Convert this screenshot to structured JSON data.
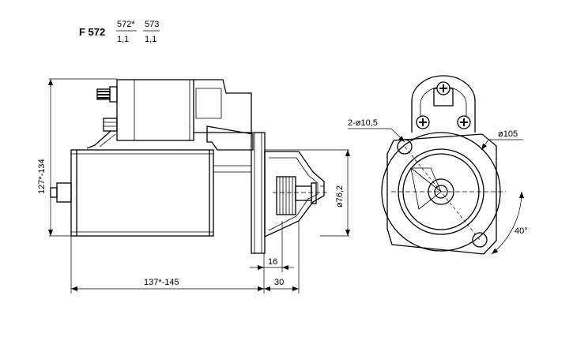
{
  "header": {
    "model": "F 572",
    "variant_a": "572*",
    "variant_a_ratio": "1,1",
    "variant_b": "573",
    "variant_b_ratio": "1,1"
  },
  "dimensions": {
    "height": "127*-134",
    "length": "137*-145",
    "pinion_offset": "16",
    "pinion_length": "30",
    "flange_diameter": "ø76,2",
    "holes": "2-ø10,5",
    "mount_diameter": "ø105",
    "angle": "40°"
  }
}
